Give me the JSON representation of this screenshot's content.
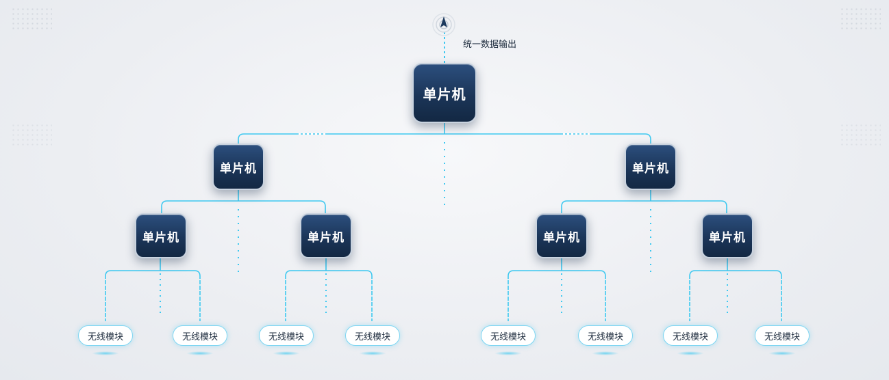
{
  "diagram": {
    "output_label": "统一数据输出",
    "root": {
      "label": "单片机"
    },
    "mid": [
      {
        "label": "单片机"
      },
      {
        "label": "单片机"
      }
    ],
    "leaf_mcu": [
      {
        "label": "单片机"
      },
      {
        "label": "单片机"
      },
      {
        "label": "单片机"
      },
      {
        "label": "单片机"
      }
    ],
    "modules": [
      {
        "label": "无线模块"
      },
      {
        "label": "无线模块"
      },
      {
        "label": "无线模块"
      },
      {
        "label": "无线模块"
      },
      {
        "label": "无线模块"
      },
      {
        "label": "无线模块"
      },
      {
        "label": "无线模块"
      },
      {
        "label": "无线模块"
      }
    ]
  },
  "colors": {
    "line": "#3cc8f0",
    "node_dark": "#1b3558",
    "text_dark": "#1d2b3d"
  },
  "icons": {
    "antenna": "antenna-signal-icon"
  }
}
